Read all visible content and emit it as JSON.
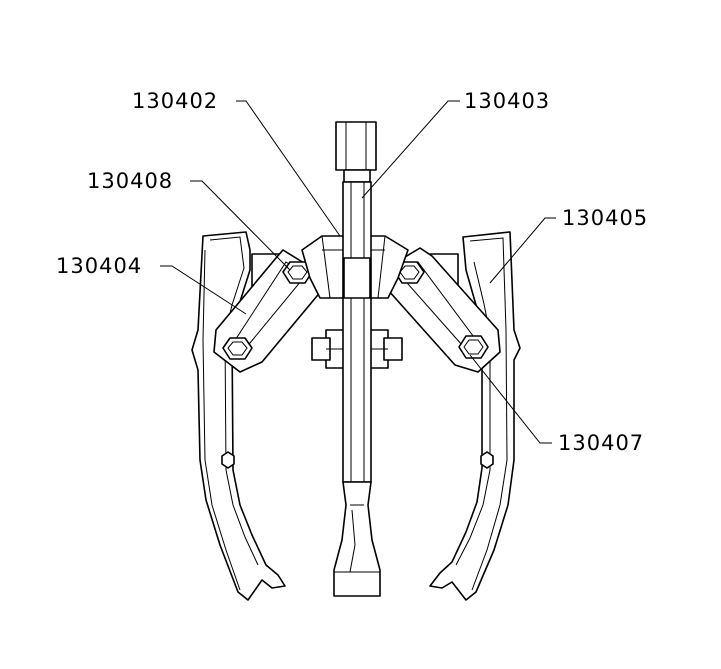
{
  "callouts": [
    {
      "id": "c1",
      "text": "130402"
    },
    {
      "id": "c2",
      "text": "130403"
    },
    {
      "id": "c3",
      "text": "130408"
    },
    {
      "id": "c4",
      "text": "130405"
    },
    {
      "id": "c5",
      "text": "130404"
    },
    {
      "id": "c6",
      "text": "130407"
    }
  ]
}
